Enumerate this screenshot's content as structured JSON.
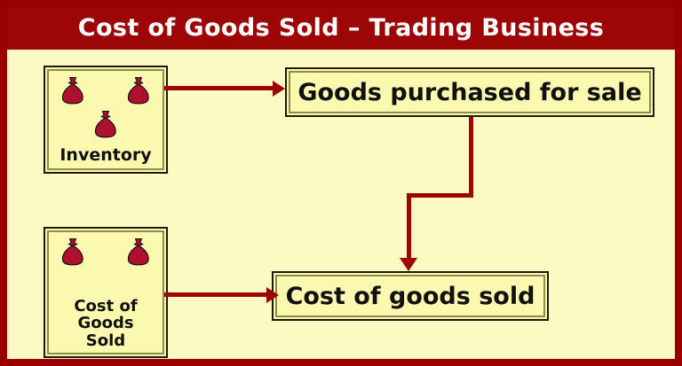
{
  "slide": {
    "title": "Cost of Goods Sold – Trading Business",
    "background_color": "#fcfac2",
    "frame_color": "#990000",
    "title_bar_color": "#9c0606",
    "title_text_color": "#ffffff",
    "box_fill_color": "#fbf8b0",
    "box_border_color": "#1a1a10",
    "box_inner_border_color": "#8d8a4a",
    "connector_color": "#9c0606",
    "icon_color": "#b01030"
  },
  "nodes": {
    "inventory": {
      "caption": "Inventory",
      "icon": "money-bag-icon",
      "icon_count": 3
    },
    "goods_purchased": {
      "label": "Goods purchased for sale"
    },
    "cogs_source": {
      "caption_line1": "Cost of",
      "caption_line2": "Goods",
      "caption_line3": "Sold",
      "icon": "money-bag-icon",
      "icon_count": 2
    },
    "cogs_result": {
      "label": "Cost of goods sold"
    }
  },
  "connectors": [
    {
      "name": "inventory-to-goods-purchased",
      "direction": "right"
    },
    {
      "name": "cogs-source-to-cogs-result",
      "direction": "right"
    },
    {
      "name": "goods-purchased-to-cogs-result",
      "direction": "down-elbow"
    }
  ]
}
